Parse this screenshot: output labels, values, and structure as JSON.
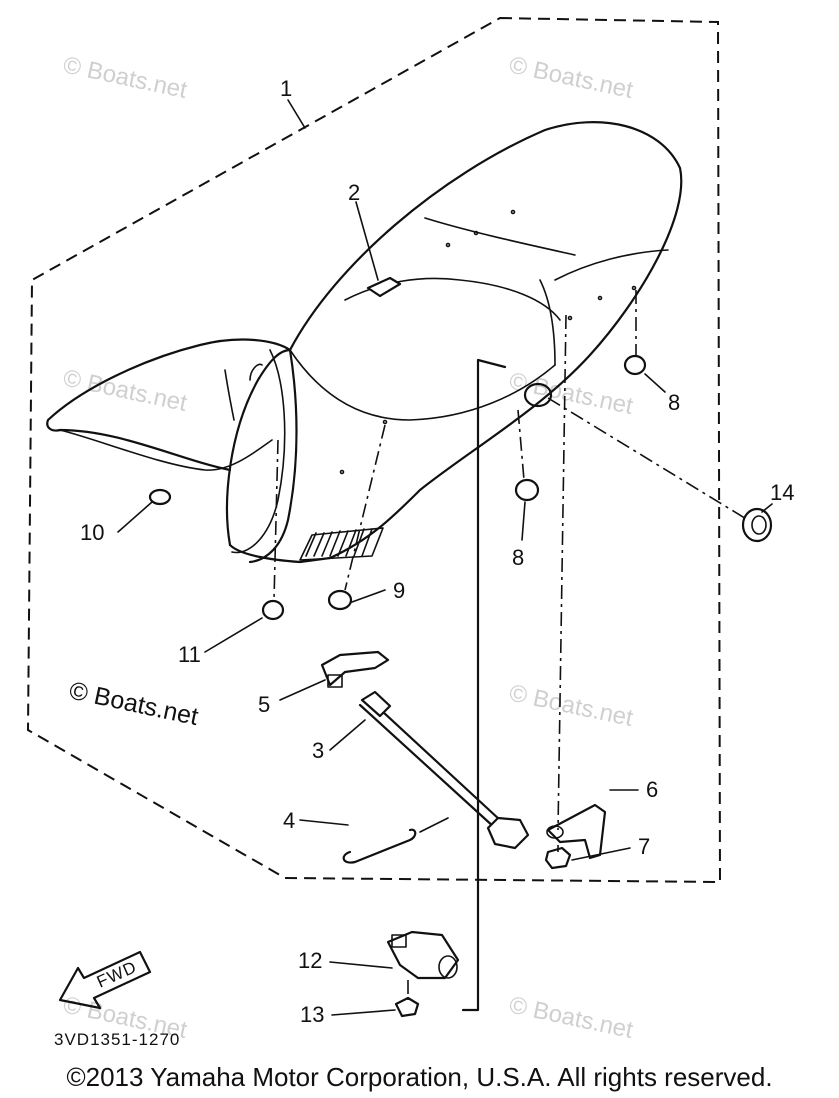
{
  "callouts": {
    "c1": "1",
    "c2": "2",
    "c3": "3",
    "c4": "4",
    "c5": "5",
    "c6": "6",
    "c7": "7",
    "c8a": "8",
    "c8b": "8",
    "c9": "9",
    "c10": "10",
    "c11": "11",
    "c12": "12",
    "c13": "13",
    "c14": "14"
  },
  "fwd_label": "FWD",
  "part_code": "3VD1351-1270",
  "watermarks": {
    "w1": "© Boats.net",
    "w2": "© Boats.net",
    "w3": "© Boats.net",
    "w4": "© Boats.net",
    "w5": "© Boats.net",
    "w6": "© Boats.net",
    "w7": "© Boats.net",
    "w8": "© Boats.net"
  },
  "copyright": "©2013 Yamaha Motor Corporation, U.S.A. All rights reserved."
}
